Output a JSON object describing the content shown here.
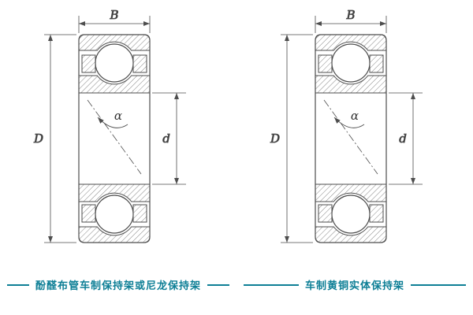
{
  "figures": [
    {
      "caption": "酚醛布管车制保持架或尼龙保持架"
    },
    {
      "caption": "车制黄铜实体保持架"
    }
  ],
  "dimensions": {
    "width": "B",
    "outer_diameter": "D",
    "bore_diameter": "d",
    "contact_angle": "α"
  },
  "colors": {
    "accent": "#0e7f96",
    "drawing_line": "#4d4d4d"
  }
}
